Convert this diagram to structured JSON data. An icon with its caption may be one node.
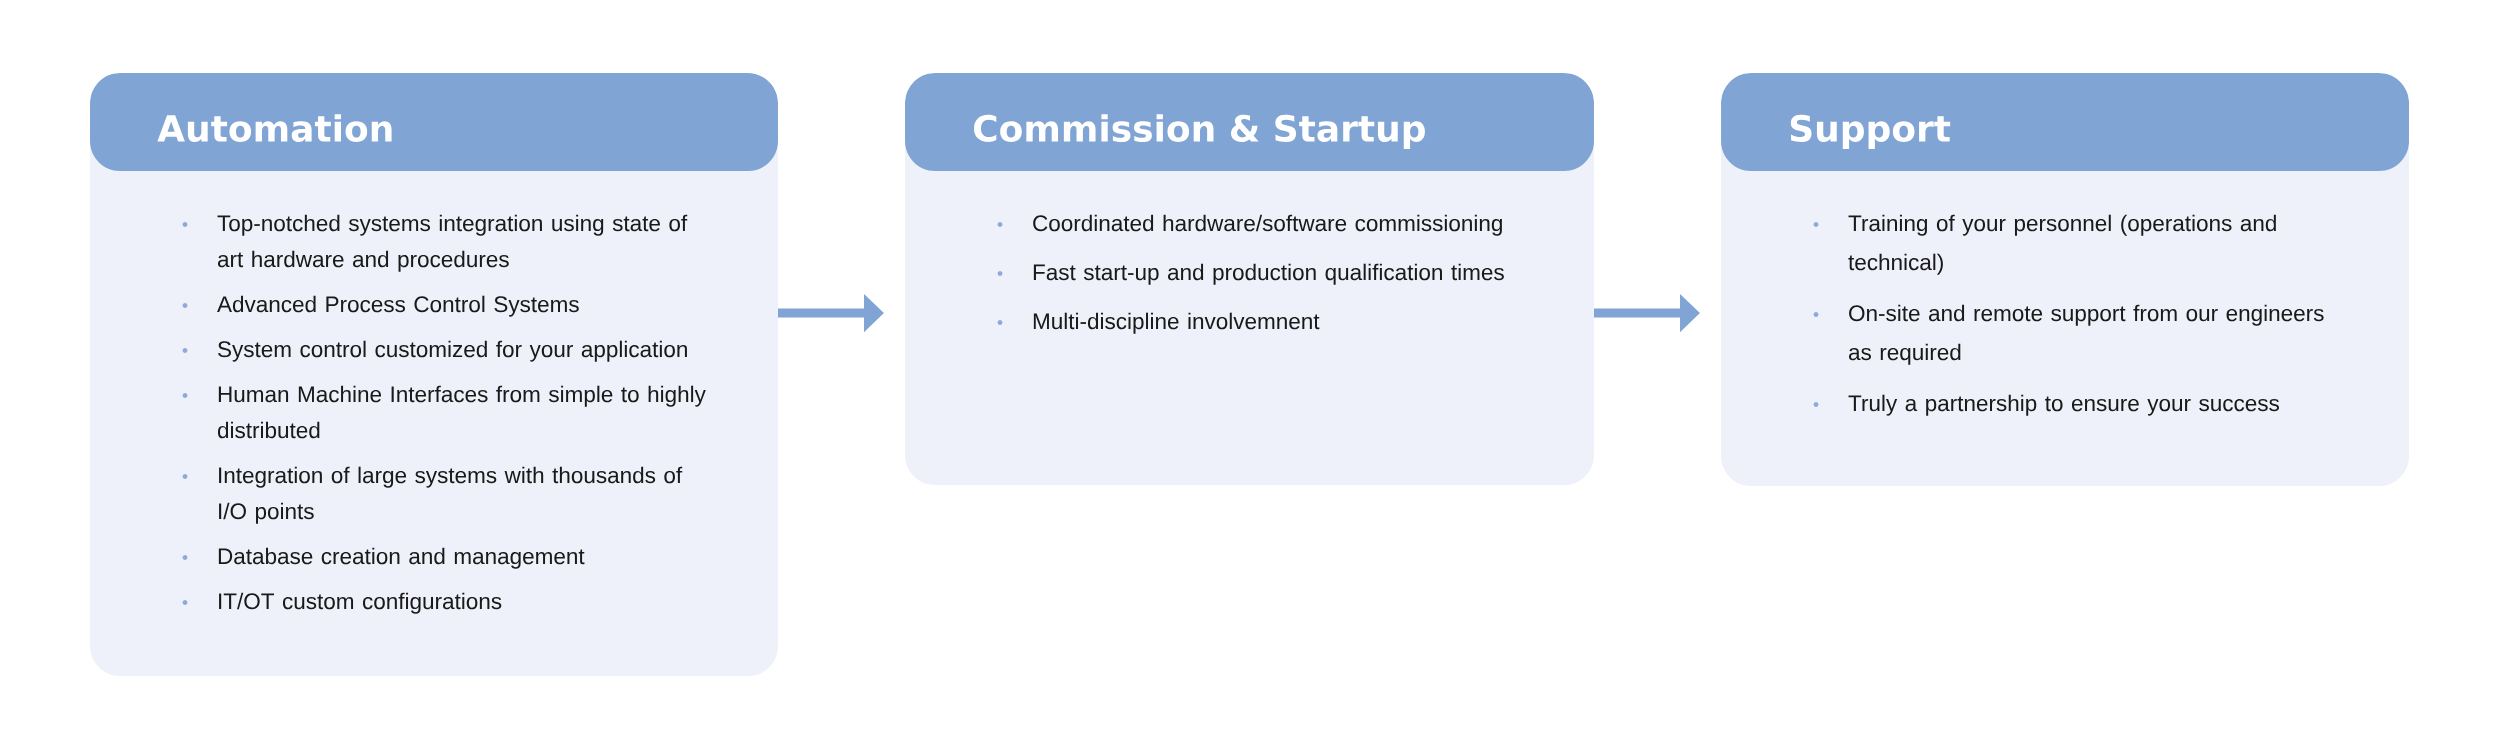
{
  "diagram": {
    "nodes": [
      {
        "text": [
          "Automation",
          "Top-notched systems integration using state of art hardware and procedures",
          "Advanced Process Control Systems",
          "System control customized for your application",
          "Human Machine Interfaces from simple to highly distributed",
          "Integration of large systems with thousands of I/O points",
          "Database creation and management",
          "IT/OT custom configurations"
        ]
      },
      {
        "text": [
          "Commission & Startup",
          "Coordinated hardware/software commissioning",
          "Fast start-up and production qualification times",
          "Multi-discipline involvemnent"
        ]
      },
      {
        "text": [
          "Support",
          "Training of your personnel (operations and technical)",
          "On-site and remote support from our engineers as required",
          "Truly a partnership to ensure your success"
        ]
      }
    ],
    "edges": [
      {
        "from": 0,
        "to": 1,
        "arrow": "to"
      },
      {
        "from": 1,
        "to": 2,
        "arrow": "to"
      }
    ]
  }
}
